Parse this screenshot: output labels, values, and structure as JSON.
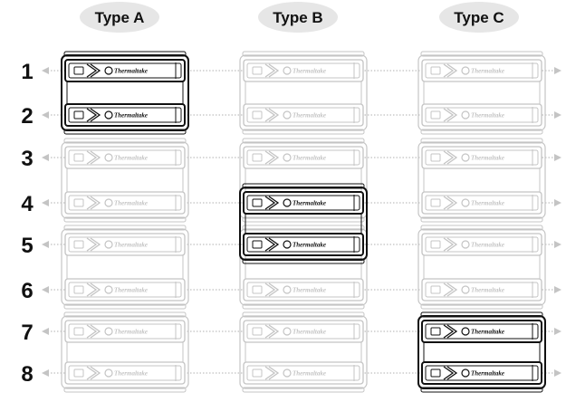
{
  "columns": [
    {
      "label": "Type A",
      "highlight_rows": [
        1,
        2
      ]
    },
    {
      "label": "Type B",
      "highlight_rows": [
        4,
        5
      ]
    },
    {
      "label": "Type C",
      "highlight_rows": [
        7,
        8
      ]
    }
  ],
  "rows": [
    "1",
    "2",
    "3",
    "4",
    "5",
    "6",
    "7",
    "8"
  ],
  "bay_brand": "Thermaltake",
  "colors": {
    "highlight": "#111111",
    "faded": "#c4c4c4",
    "label_bubble": "#e6e6e6",
    "dotted_line": "#b0b0b0"
  }
}
